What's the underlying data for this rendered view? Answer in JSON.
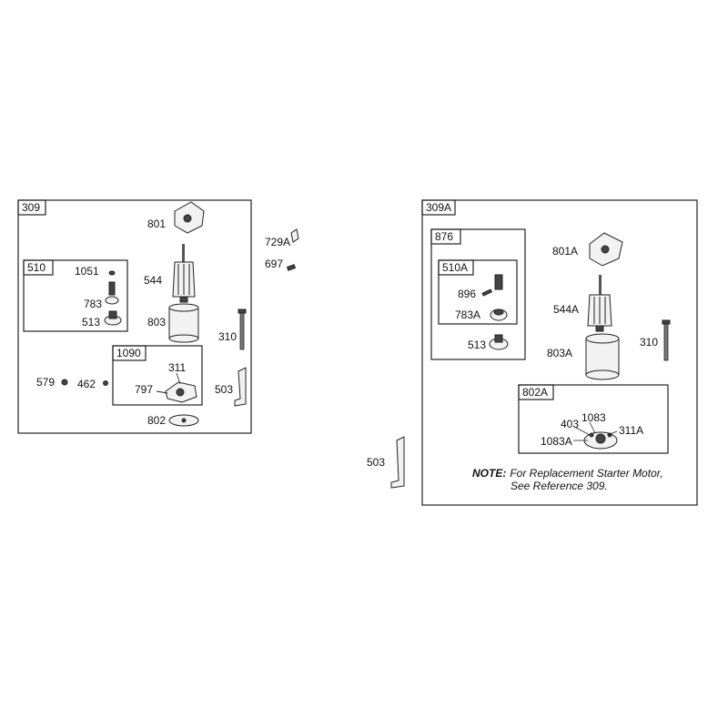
{
  "left_group": {
    "kit_tag": "309",
    "sub_510": {
      "tag": "510",
      "labels": {
        "p1051": "1051",
        "p783": "783",
        "p513": "513"
      }
    },
    "sub_1090": {
      "tag": "1090",
      "labels": {
        "p311": "311",
        "p797": "797"
      }
    },
    "labels": {
      "p801": "801",
      "p544": "544",
      "p803": "803",
      "p310": "310",
      "p503": "503",
      "p802": "802",
      "p579": "579",
      "p462": "462"
    }
  },
  "loose_parts": {
    "p729a": "729A",
    "p697": "697",
    "p503": "503"
  },
  "right_group": {
    "kit_tag": "309A",
    "sub_876": {
      "tag": "876",
      "sub_510a": {
        "tag": "510A",
        "labels": {
          "p896": "896",
          "p783a": "783A"
        }
      },
      "labels": {
        "p513": "513"
      }
    },
    "sub_802a": {
      "tag": "802A",
      "labels": {
        "p403": "403",
        "p1083": "1083",
        "p311a": "311A",
        "p1083a": "1083A"
      }
    },
    "labels": {
      "p801a": "801A",
      "p544a": "544A",
      "p803a": "803A",
      "p310": "310"
    },
    "note": {
      "prefix": "NOTE:",
      "line1": "For Replacement Starter Motor,",
      "line2": "See Reference 309."
    }
  }
}
